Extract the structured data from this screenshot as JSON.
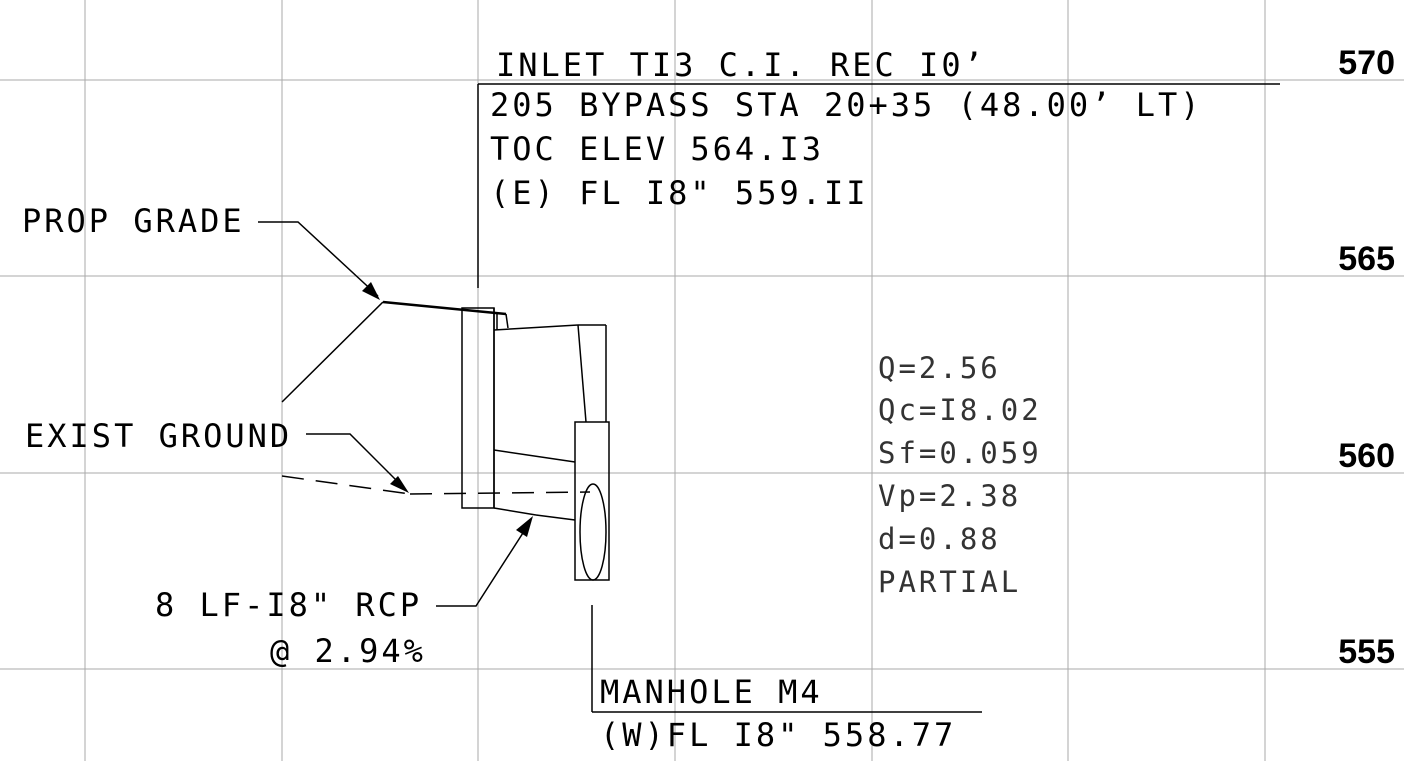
{
  "elevation_labels": [
    "570",
    "565",
    "560",
    "555"
  ],
  "inlet": {
    "title": "INLET TI3 C.I. REC I0’",
    "line1": "205 BYPASS STA 20+35 (48.00’ LT)",
    "line2": "TOC ELEV 564.I3",
    "line3": "(E) FL I8\" 559.II"
  },
  "labels": {
    "prop_grade": "PROP GRADE",
    "exist_ground": "EXIST GROUND",
    "pipe_length": "8 LF-I8\" RCP",
    "pipe_slope": "@ 2.94%"
  },
  "hydraulics": [
    "Q=2.56",
    "Qc=I8.02",
    "Sf=0.059",
    "Vp=2.38",
    "d=0.88",
    "PARTIAL"
  ],
  "manhole": {
    "title": "MANHOLE  M4",
    "line1": "(W)FL I8\" 558.77"
  }
}
